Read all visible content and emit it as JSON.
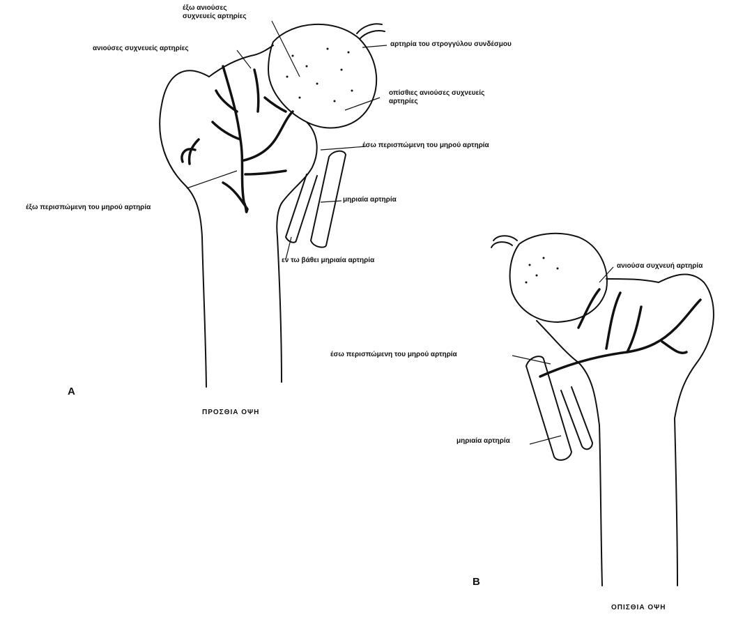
{
  "view_a": {
    "panel_letter": "A",
    "caption": "ΠΡΟΣΘΙΑ ΟΨΗ",
    "labels": {
      "ext_ascending": "έξω ανιούσες συχνευείς αρτηρίες",
      "ascending": "ανιούσες συχνευείς αρτηρίες",
      "ligament_artery": "αρτηρία του στρογγύλου συνδέσμου",
      "posterior_ascending": "οπίσθιες ανιούσες συχνευείς αρτηρίες",
      "internal_circumflex": "έσω περισπώμενη του μηρού αρτηρία",
      "external_circumflex": "έξω περισπώμενη του μηρού αρτηρία",
      "femoral_artery": "μηριαία αρτηρία",
      "deep_femoral": "εν τω βάθει μηριαία αρτηρία"
    }
  },
  "view_b": {
    "panel_letter": "B",
    "caption": "ΟΠΙΣΘΙΑ ΟΨΗ",
    "labels": {
      "ascending_artery": "ανιούσα συχνευή αρτηρία",
      "internal_circumflex": "έσω περισπώμενη του μηρού αρτηρία",
      "femoral_artery": "μηριαία αρτηρία"
    }
  }
}
